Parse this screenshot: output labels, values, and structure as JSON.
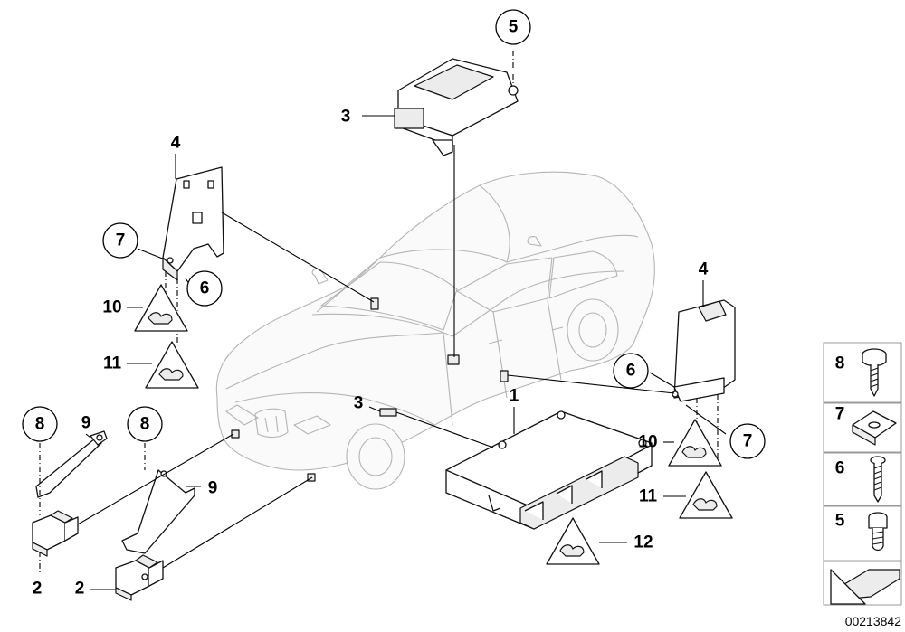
{
  "callouts": {
    "c1": "1",
    "c2a": "2",
    "c2b": "2",
    "c3a": "3",
    "c3b": "3",
    "c4a": "4",
    "c4b": "4",
    "c5": "5",
    "c6a": "6",
    "c6b": "6",
    "c7a": "7",
    "c7b": "7",
    "c8a": "8",
    "c8b": "8",
    "c9a": "9",
    "c9b": "9",
    "c10a": "10",
    "c10b": "10",
    "c11a": "11",
    "c11b": "11",
    "c12": "12"
  },
  "legend": {
    "r8": "8",
    "r7": "7",
    "r6": "6",
    "r5": "5"
  },
  "doc_number": "00213842",
  "colors": {
    "line": "#000000",
    "car_outline": "#b4b4b4",
    "legend_border": "#9a9a9a"
  }
}
